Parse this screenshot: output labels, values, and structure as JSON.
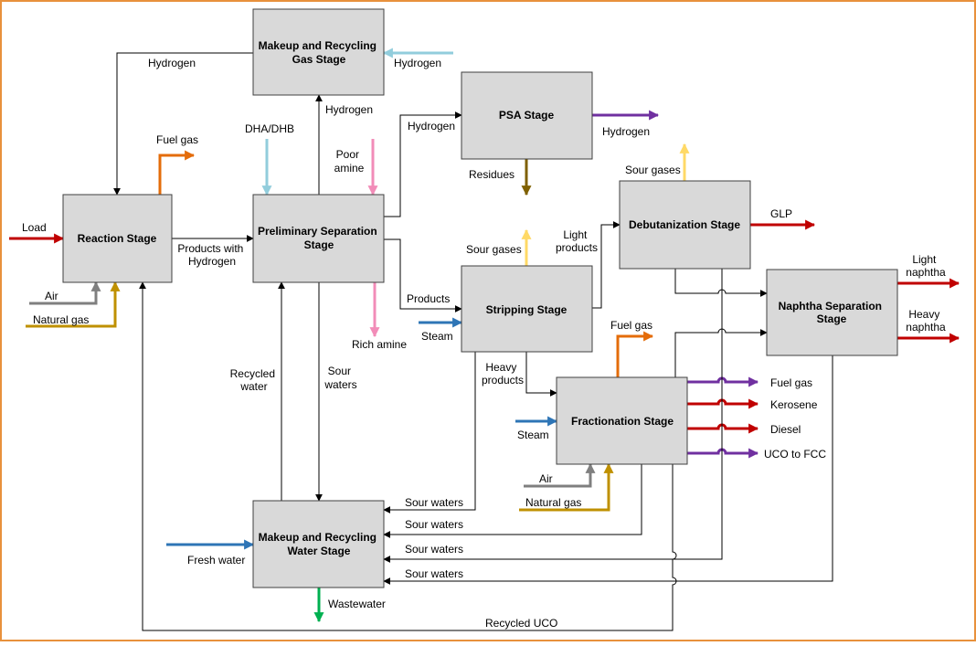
{
  "stages": {
    "reaction": [
      "Reaction Stage"
    ],
    "gas_recycling": [
      "Makeup and Recycling",
      "Gas Stage"
    ],
    "preliminary": [
      "Preliminary Separation",
      "Stage"
    ],
    "psa": [
      "PSA Stage"
    ],
    "debutanization": [
      "Debutanization Stage"
    ],
    "stripping": [
      "Stripping Stage"
    ],
    "naphtha": [
      "Naphtha Separation",
      "Stage"
    ],
    "fractionation": [
      "Fractionation Stage"
    ],
    "water_recycling": [
      "Makeup and Recycling",
      "Water Stage"
    ]
  },
  "labels": {
    "hydrogen_left": "Hydrogen",
    "hydrogen_in_gas": "Hydrogen",
    "hydrogen_up": "Hydrogen",
    "hydrogen_to_psa": "Hydrogen",
    "hydrogen_out_psa": "Hydrogen",
    "fuel_gas_reaction": "Fuel gas",
    "dha_dhb": "DHA/DHB",
    "poor_amine": [
      "Poor",
      "amine"
    ],
    "residues": "Residues",
    "sour_gases_debut": "Sour gases",
    "sour_gases_strip": "Sour gases",
    "light_products": [
      "Light",
      "products"
    ],
    "glp": "GLP",
    "light_naphtha": [
      "Light",
      "naphtha"
    ],
    "heavy_naphtha": [
      "Heavy",
      "naphtha"
    ],
    "load": "Load",
    "products_with_hydrogen": [
      "Products with",
      "Hydrogen"
    ],
    "air_reaction": "Air",
    "natural_gas_reaction": "Natural gas",
    "products": "Products",
    "steam_strip": "Steam",
    "rich_amine": "Rich amine",
    "fuel_gas_frac_top": "Fuel gas",
    "recycled_water": [
      "Recycled",
      "water"
    ],
    "sour_waters_prelim": [
      "Sour",
      "waters"
    ],
    "heavy_products": [
      "Heavy",
      "products"
    ],
    "frac_out_fuel_gas": "Fuel gas",
    "kerosene": "Kerosene",
    "diesel": "Diesel",
    "uco_to_fcc": "UCO to FCC",
    "steam_frac": "Steam",
    "air_frac": "Air",
    "natural_gas_frac": "Natural gas",
    "sour_waters_1": "Sour waters",
    "sour_waters_2": "Sour waters",
    "sour_waters_3": "Sour waters",
    "sour_waters_4": "Sour waters",
    "fresh_water": "Fresh water",
    "wastewater": "Wastewater",
    "recycled_uco": "Recycled UCO"
  },
  "colors": {
    "border": "#e8913c",
    "box_fill": "#d9d9d9",
    "black": "#000000",
    "red": "#c00000",
    "orange": "#e46c0a",
    "light_blue": "#92cddc",
    "pink": "#f28cb8",
    "purple": "#7030a0",
    "brown": "#7f6000",
    "yellow": "#ffd966",
    "gray": "#7f7f7f",
    "gold": "#bf9000",
    "blue": "#2e75b6",
    "green": "#00b050"
  }
}
